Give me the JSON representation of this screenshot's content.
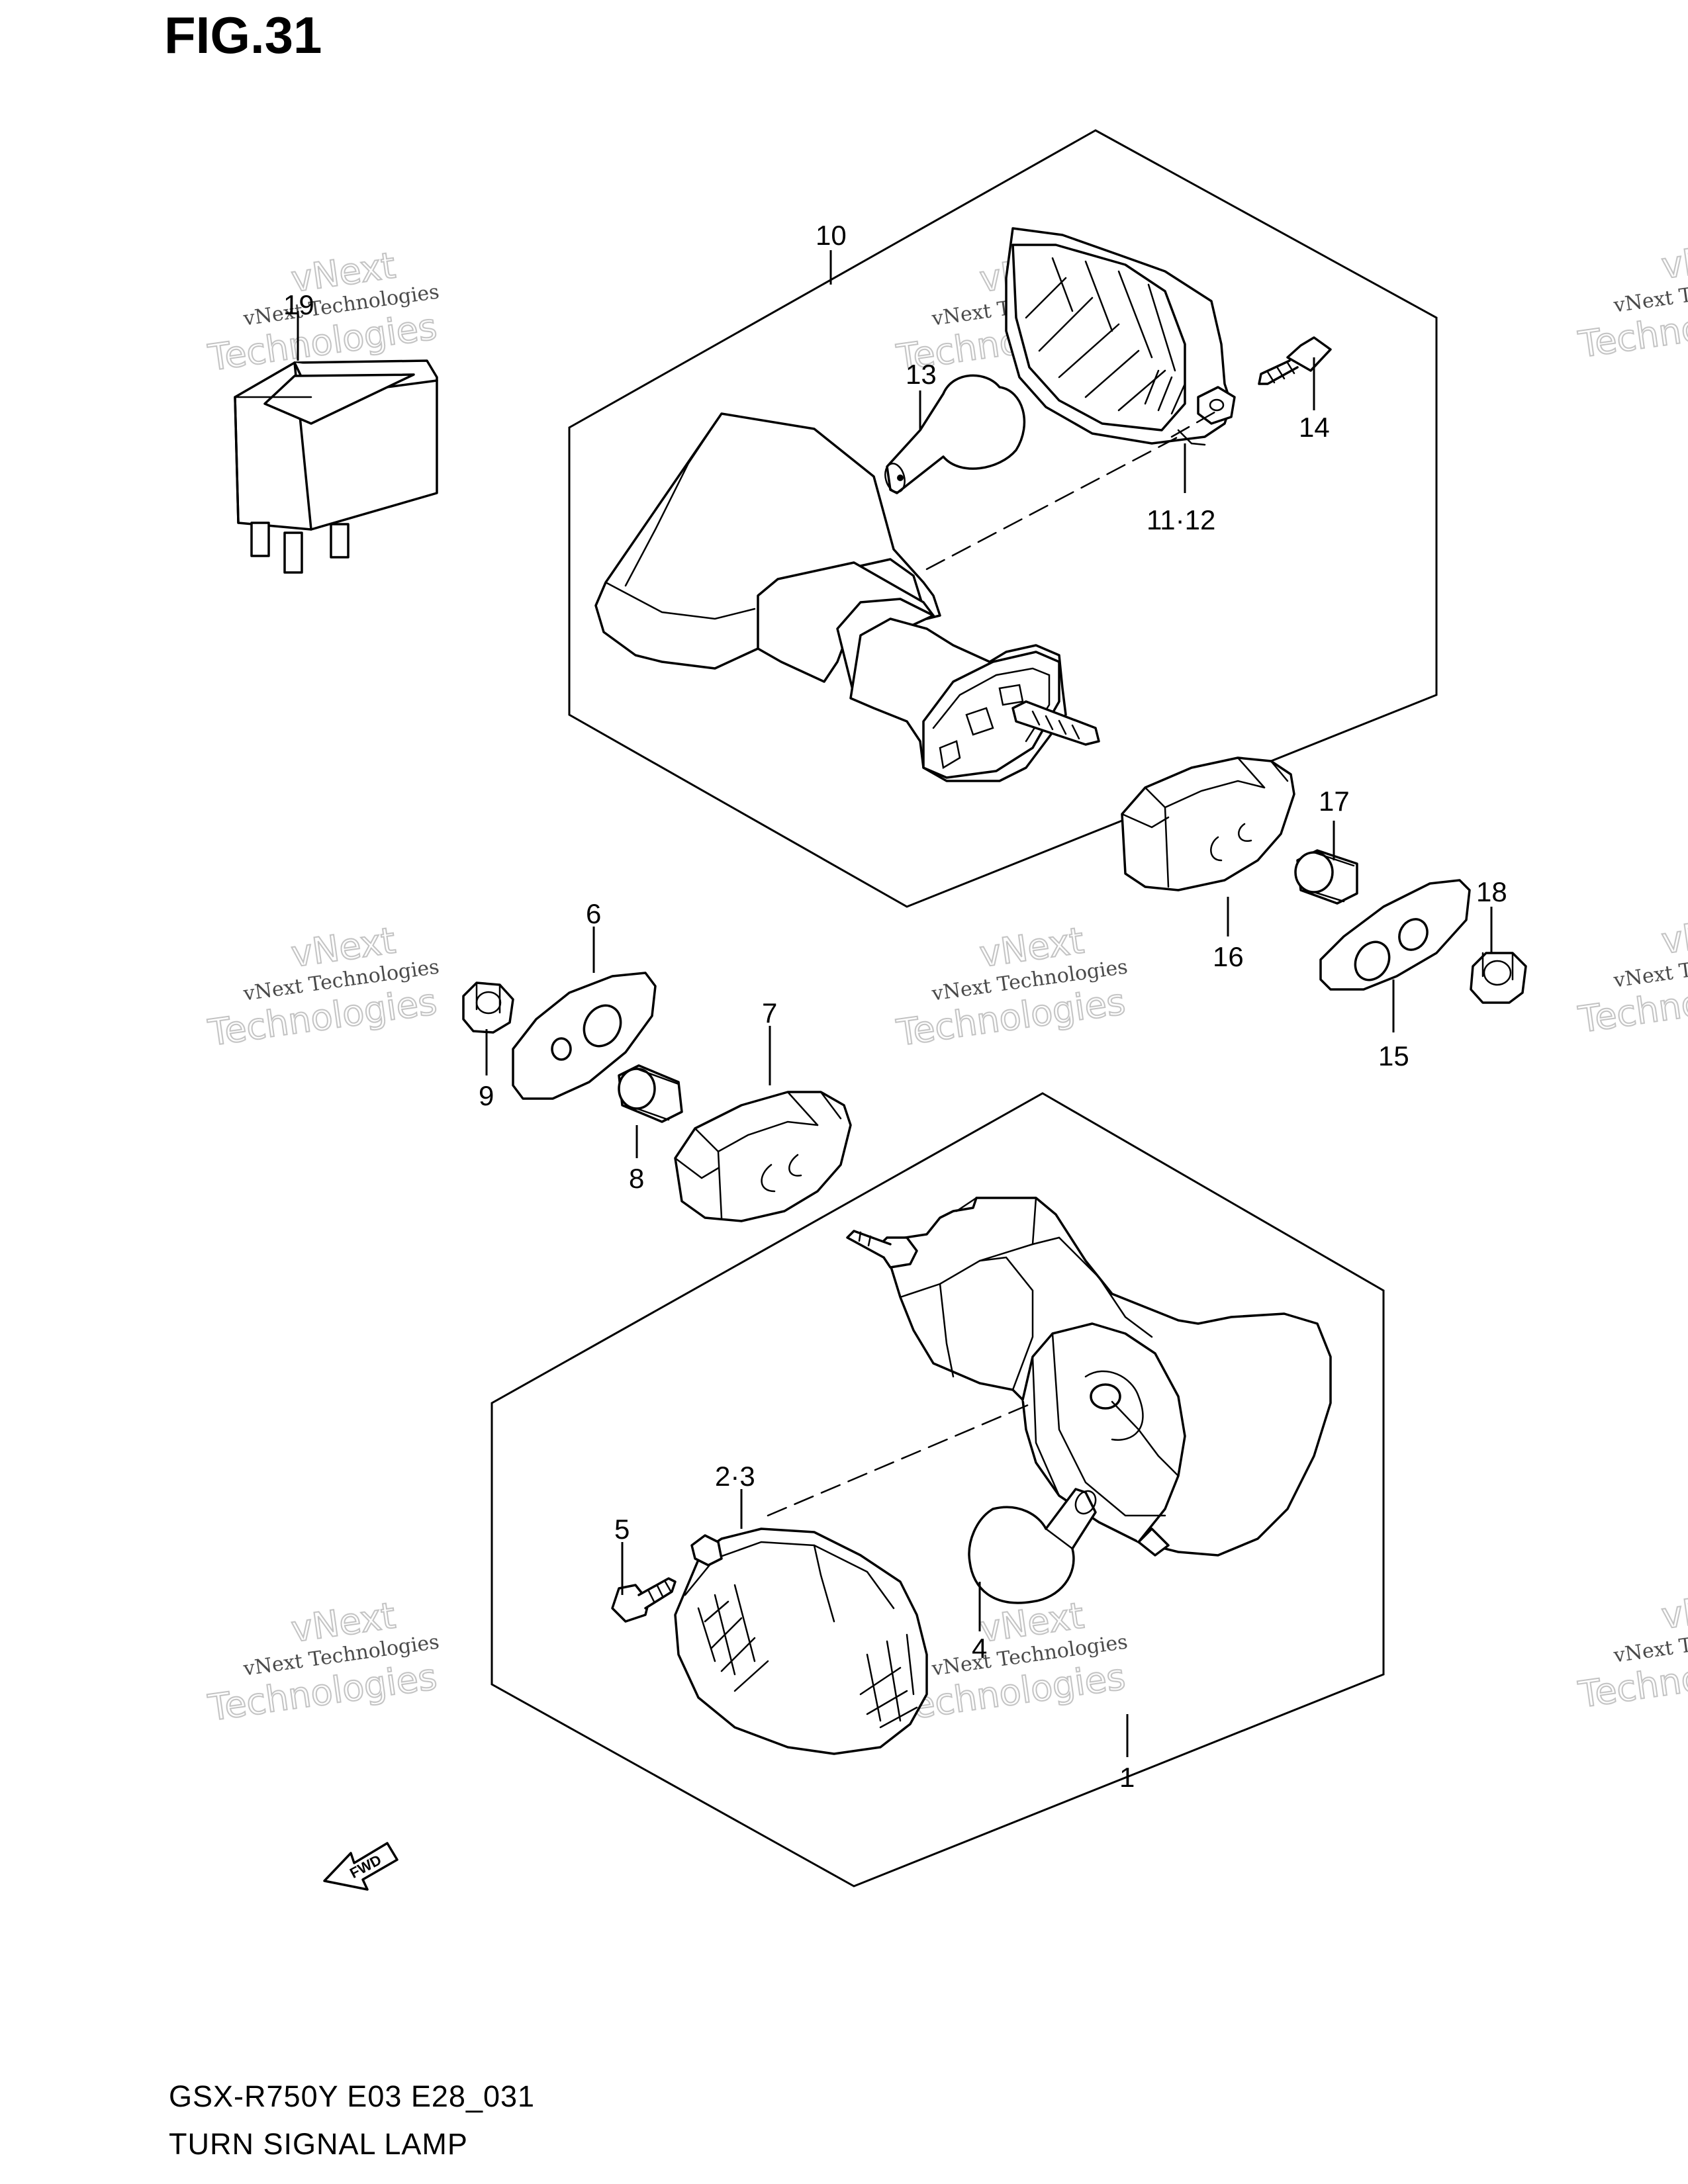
{
  "figure": {
    "title": "FIG.31"
  },
  "footer": {
    "model_code": "GSX-R750Y E03 E28_031",
    "section_name": "TURN SIGNAL LAMP"
  },
  "fwd_marker": {
    "text": "FWD"
  },
  "watermark": {
    "line1": "vNext Technologies",
    "line2": "vNext",
    "line3": "Technologies"
  },
  "callouts": {
    "c1": "1",
    "c2_3": "2·3",
    "c4": "4",
    "c5": "5",
    "c6": "6",
    "c7": "7",
    "c8": "8",
    "c9": "9",
    "c10": "10",
    "c11_12": "11·12",
    "c13": "13",
    "c14": "14",
    "c15": "15",
    "c16": "16",
    "c17": "17",
    "c18": "18",
    "c19": "19"
  }
}
